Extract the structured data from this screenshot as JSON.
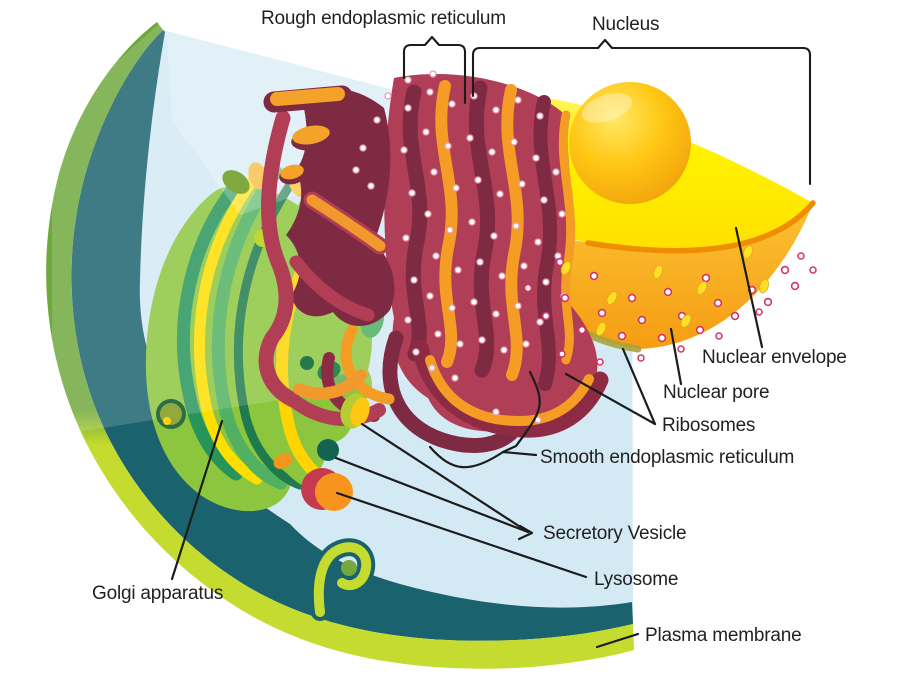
{
  "diagram": {
    "type": "labeled-biology-diagram",
    "subject": "Animal cell endomembrane system cutaway",
    "labels": {
      "rough_er": "Rough endoplasmic reticulum",
      "nucleus": "Nucleus",
      "nuclear_envelope": "Nuclear envelope",
      "nuclear_pore": "Nuclear pore",
      "ribosomes": "Ribosomes",
      "smooth_er": "Smooth endoplasmic reticulum",
      "secretory_vesicle": "Secretory Vesicle",
      "lysosome": "Lysosome",
      "plasma_membrane": "Plasma membrane",
      "golgi_apparatus": "Golgi apparatus"
    },
    "colors": {
      "background": "#FFFFFF",
      "cytosol_blue": "#D3E9F4",
      "cortex_teal": "#1A626D",
      "membrane_green": "#6FA83C",
      "membrane_lime": "#C6DB2F",
      "golgi_light_green": "#8CC63F",
      "golgi_yellow": "#FFDE00",
      "er_crimson": "#AF3E56",
      "er_maroon": "#7E2A42",
      "er_orange": "#F49C23",
      "nucleus_yellow": "#FFF200",
      "nucleolus_orange": "#F9B213",
      "nuclear_bowl_orange": "#F9A825",
      "pore_ring_pink": "#D6336C",
      "ribosome_ring_pink": "#E9A0B4",
      "lysosome_orange": "#F7941D",
      "lysosome_red": "#C53A50",
      "vesicle_teal": "#146350",
      "label_text": "#231F20",
      "leader_line": "#1C1C1C"
    }
  }
}
